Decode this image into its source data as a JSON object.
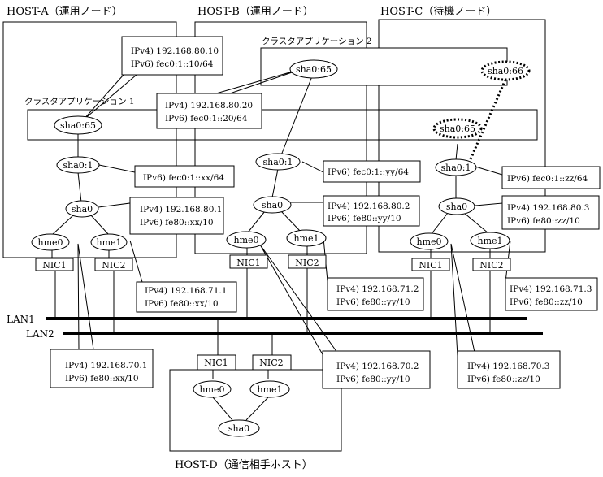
{
  "hosts": {
    "a": {
      "title": "HOST-A（運用ノード）"
    },
    "b": {
      "title": "HOST-B（運用ノード）"
    },
    "c": {
      "title": "HOST-C（待機ノード）"
    },
    "d": {
      "title": "HOST-D（通信相手ホスト）"
    }
  },
  "apps": {
    "app1": {
      "title": "クラスタアプリケーション 1"
    },
    "app2": {
      "title": "クラスタアプリケーション 2"
    }
  },
  "nodes": {
    "a_sha065": "sha0:65",
    "a_sha01": "sha0:1",
    "a_sha0": "sha0",
    "a_hme0": "hme0",
    "a_hme1": "hme1",
    "b_sha065": "sha0:65",
    "b_sha01": "sha0:1",
    "b_sha0": "sha0",
    "b_hme0": "hme0",
    "b_hme1": "hme1",
    "c_sha066": "sha0:66",
    "c_sha065": "sha0:65",
    "c_sha01": "sha0:1",
    "c_sha0": "sha0",
    "c_hme0": "hme0",
    "c_hme1": "hme1",
    "d_hme0": "hme0",
    "d_hme1": "hme1",
    "d_sha0": "sha0"
  },
  "nics": {
    "a_nic1": "NIC1",
    "a_nic2": "NIC2",
    "b_nic1": "NIC1",
    "b_nic2": "NIC2",
    "c_nic1": "NIC1",
    "c_nic2": "NIC2",
    "d_nic1": "NIC1",
    "d_nic2": "NIC2"
  },
  "lans": {
    "lan1": "LAN1",
    "lan2": "LAN2"
  },
  "addresses": {
    "app1_vip": {
      "v4": "IPv4) 192.168.80.10",
      "v6": "IPv6) fec0:1::10/64"
    },
    "app2_vip": {
      "v4": "IPv4) 192.168.80.20",
      "v6": "IPv6) fec0:1::20/64"
    },
    "a_sha01": {
      "v6": "IPv6) fec0:1::xx/64"
    },
    "b_sha01": {
      "v6": "IPv6) fec0:1::yy/64"
    },
    "c_sha01": {
      "v6": "IPv6) fec0:1::zz/64"
    },
    "a_sha0": {
      "v4": "IPv4) 192.168.80.1",
      "v6": "IPv6) fe80::xx/10"
    },
    "b_sha0": {
      "v4": "IPv4) 192.168.80.2",
      "v6": "IPv6) fe80::yy/10"
    },
    "c_sha0": {
      "v4": "IPv4) 192.168.80.3",
      "v6": "IPv6) fe80::zz/10"
    },
    "a_hme1": {
      "v4": "IPv4) 192.168.71.1",
      "v6": "IPv6) fe80::xx/10"
    },
    "b_hme1": {
      "v4": "IPv4) 192.168.71.2",
      "v6": "IPv6) fe80::yy/10"
    },
    "c_hme1": {
      "v4": "IPv4) 192.168.71.3",
      "v6": "IPv6) fe80::zz/10"
    },
    "a_hme0": {
      "v4": "IPv4) 192.168.70.1",
      "v6": "IPv6) fe80::xx/10"
    },
    "b_hme0": {
      "v4": "IPv4) 192.168.70.2",
      "v6": "IPv6) fe80::yy/10"
    },
    "c_hme0": {
      "v4": "IPv4) 192.168.70.3",
      "v6": "IPv6) fe80::zz/10"
    }
  }
}
